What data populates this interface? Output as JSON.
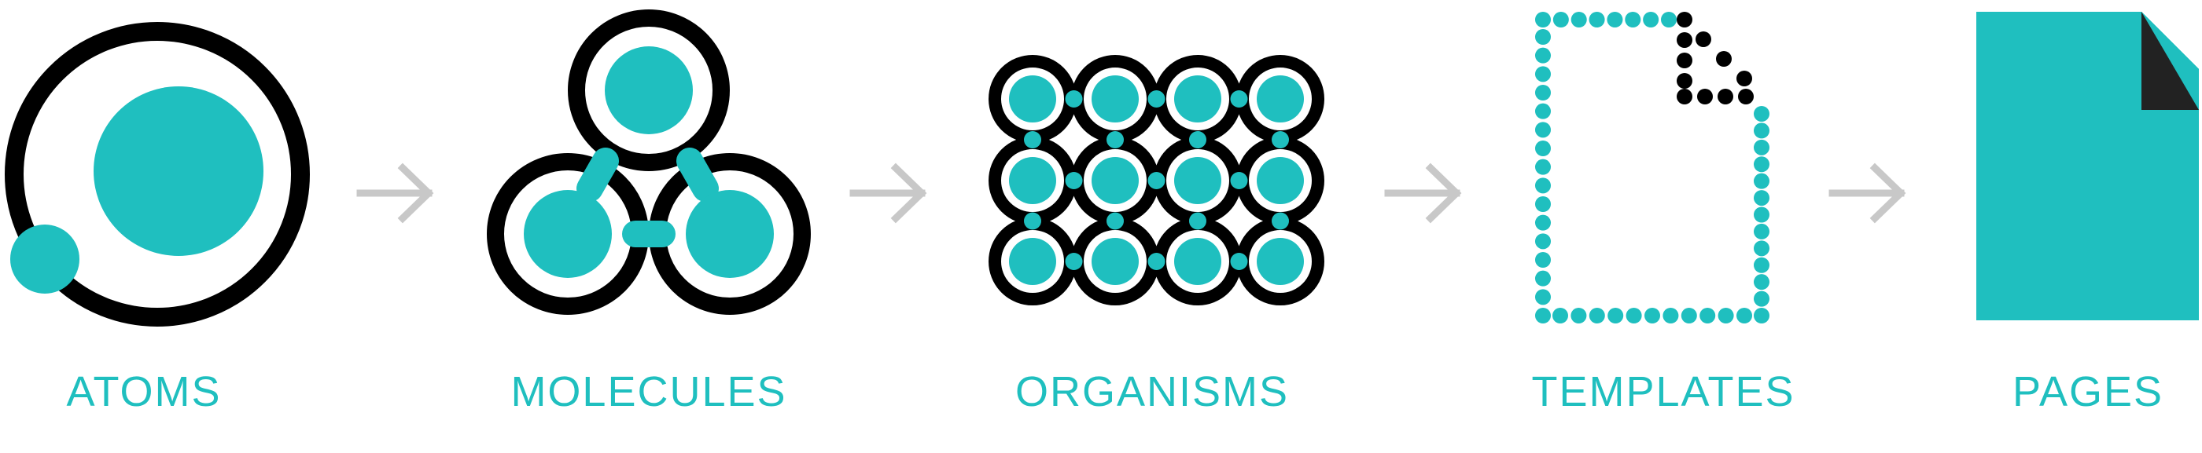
{
  "colors": {
    "accent": "#1fbfbf",
    "ink": "#000000",
    "arrow": "#c8c8c8",
    "page_fold": "#222222",
    "background": "#ffffff"
  },
  "stages": [
    {
      "label": "ATOMS",
      "icon": "atom-icon"
    },
    {
      "label": "MOLECULES",
      "icon": "molecule-icon"
    },
    {
      "label": "ORGANISMS",
      "icon": "organism-icon"
    },
    {
      "label": "TEMPLATES",
      "icon": "template-icon"
    },
    {
      "label": "PAGES",
      "icon": "page-icon"
    }
  ],
  "arrows": 4
}
